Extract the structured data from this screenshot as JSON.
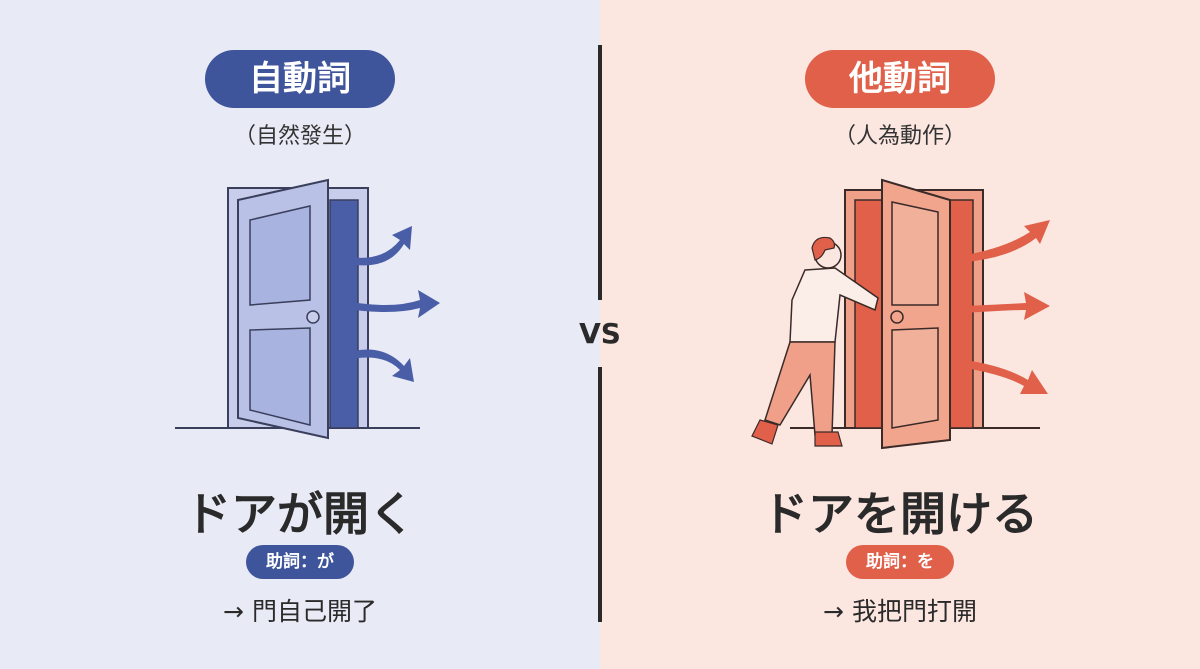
{
  "left": {
    "title": "自動詞",
    "subtitle": "（自然發生）",
    "illustration": "door-opening-by-itself",
    "main_phrase": "ドアが開く",
    "particle_badge": "助詞：が",
    "translation": "→ 門自己開了",
    "accent_color": "#3f559b",
    "background_color": "#e8eaf6"
  },
  "right": {
    "title": "他動詞",
    "subtitle": "（人為動作）",
    "illustration": "person-pushing-door-open",
    "main_phrase": "ドアを開ける",
    "particle_badge": "助詞：を",
    "translation": "→ 我把門打開",
    "accent_color": "#e0604a",
    "background_color": "#fbe6e0"
  },
  "center": {
    "vs_label": "VS"
  }
}
